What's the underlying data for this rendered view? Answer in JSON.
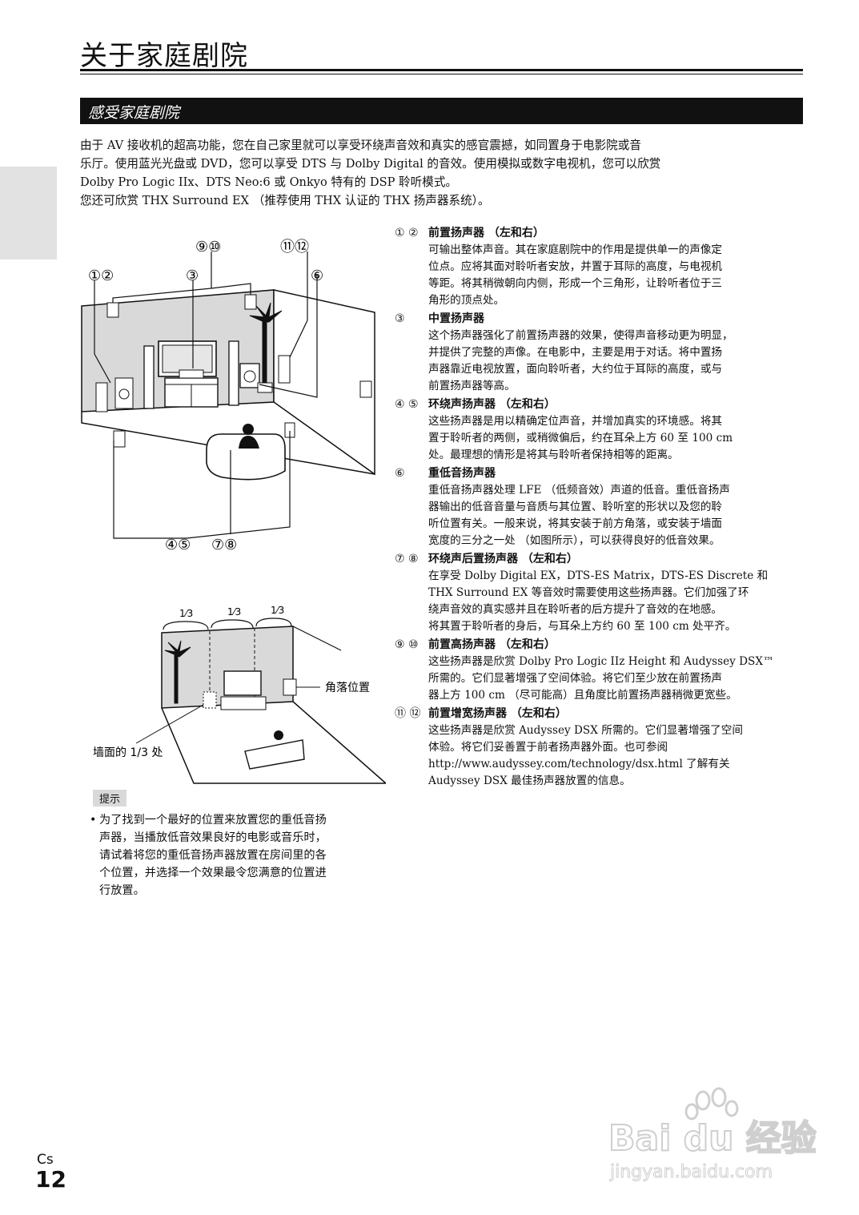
{
  "page": {
    "title": "关于家庭剧院",
    "section_header": "感受家庭剧院",
    "lang": "Cs",
    "number": "12"
  },
  "intro": {
    "lines": [
      "由于 AV 接收机的超高功能，您在自己家里就可以享受环绕声音效和真实的感官震撼，如同置身于电影院或音",
      "乐厅。使用蓝光光盘或 DVD，您可以享受 DTS 与 Dolby Digital 的音效。使用模拟或数字电视机，您可以欣赏",
      "Dolby Pro Logic IIx、DTS Neo:6 或 Onkyo 特有的 DSP 聆听模式。",
      "您还可欣赏 THX Surround EX （推荐使用 THX 认证的 THX 扬声器系统）。"
    ]
  },
  "diagram": {
    "labels": {
      "front": "①②",
      "center": "③",
      "front_high": "⑨⑩",
      "front_wide": "⑪⑫",
      "subwoofer": "⑥",
      "surround": "④⑤",
      "surround_back": "⑦⑧"
    },
    "corner": {
      "third": "1⁄3",
      "corner_label": "角落位置",
      "wall_label": "墙面的 1/3 处"
    }
  },
  "tip": {
    "label": "提示",
    "bullet": "•",
    "lines": [
      "为了找到一个最好的位置来放置您的重低音扬",
      "声器，当播放低音效果良好的电影或音乐时，",
      "请试着将您的重低音扬声器放置在房间里的各",
      "个位置，并选择一个效果最令您满意的位置进",
      "行放置。"
    ]
  },
  "speakers": [
    {
      "num": "① ②",
      "title": "前置扬声器 （左和右）",
      "lines": [
        "可输出整体声音。其在家庭剧院中的作用是提供单一的声像定",
        "位点。应将其面对聆听者安放，并置于耳际的高度，与电视机",
        "等距。将其稍微朝向内侧，形成一个三角形，让聆听者位于三",
        "角形的顶点处。"
      ]
    },
    {
      "num": "③",
      "title": "中置扬声器",
      "lines": [
        "这个扬声器强化了前置扬声器的效果，使得声音移动更为明显，",
        "并提供了完整的声像。在电影中，主要是用于对话。将中置扬",
        "声器靠近电视放置，面向聆听者，大约位于耳际的高度，或与",
        "前置扬声器等高。"
      ]
    },
    {
      "num": "④ ⑤",
      "title": "环绕声扬声器 （左和右）",
      "lines": [
        "这些扬声器是用以精确定位声音，并增加真实的环境感。将其",
        "置于聆听者的两侧，或稍微偏后，约在耳朵上方 60 至 100 cm",
        "处。最理想的情形是将其与聆听者保持相等的距离。"
      ]
    },
    {
      "num": "⑥",
      "title": "重低音扬声器",
      "lines": [
        "重低音扬声器处理 LFE （低频音效）声道的低音。重低音扬声",
        "器输出的低音音量与音质与其位置、聆听室的形状以及您的聆",
        "听位置有关。一般来说，将其安装于前方角落，或安装于墙面",
        "宽度的三分之一处 （如图所示），可以获得良好的低音效果。"
      ]
    },
    {
      "num": "⑦ ⑧",
      "title": "环绕声后置扬声器 （左和右）",
      "lines": [
        "在享受 Dolby Digital EX，DTS-ES Matrix，DTS-ES Discrete 和",
        "THX Surround EX 等音效时需要使用这些扬声器。它们加强了环",
        "绕声音效的真实感并且在聆听者的后方提升了音效的在地感。",
        "将其置于聆听者的身后，与耳朵上方约 60 至 100 cm 处平齐。"
      ]
    },
    {
      "num": "⑨ ⑩",
      "title": "前置高扬声器 （左和右）",
      "lines": [
        "这些扬声器是欣赏 Dolby Pro Logic IIz Height 和 Audyssey DSX™",
        "所需的。它们显著增强了空间体验。将它们至少放在前置扬声",
        "器上方 100 cm （尽可能高）且角度比前置扬声器稍微更宽些。"
      ]
    },
    {
      "num": "⑪ ⑫",
      "title": "前置增宽扬声器 （左和右）",
      "lines": [
        "这些扬声器是欣赏 Audyssey DSX 所需的。它们显著增强了空间",
        "体验。将它们妥善置于前者扬声器外面。也可参阅",
        "http://www.audyssey.com/technology/dsx.html 了解有关",
        "Audyssey DSX 最佳扬声器放置的信息。"
      ]
    }
  ],
  "watermark": {
    "brand": "Bai du 经验",
    "url": "jingyan.baidu.com"
  }
}
